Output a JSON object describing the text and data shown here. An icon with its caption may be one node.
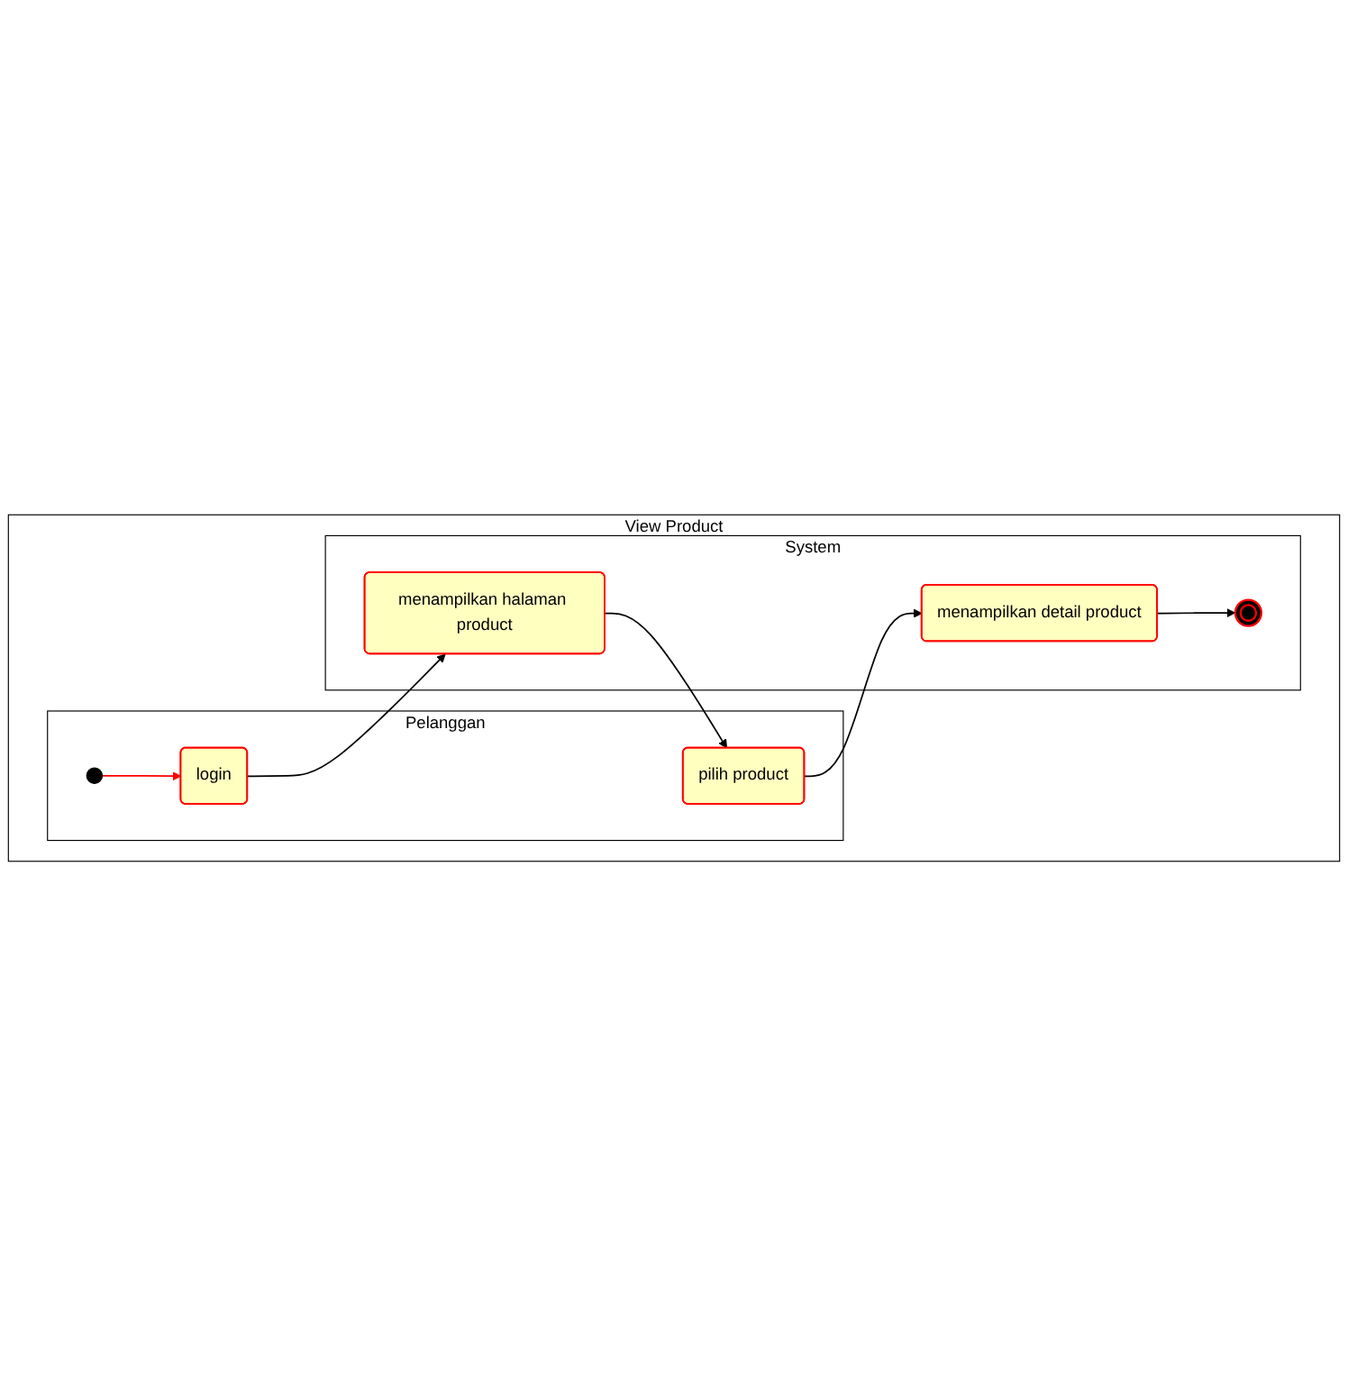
{
  "diagram": {
    "nodes": [
      {
        "text": [
          "View Product"
        ]
      },
      {
        "text": [
          "Pelanggan"
        ],
        "in": 0
      },
      {
        "text": [
          "System"
        ],
        "in": 0
      },
      {
        "text": [],
        "shape": "circle",
        "in": 1
      },
      {
        "text": [
          "login"
        ],
        "in": 1
      },
      {
        "text": [
          "menampilkan halaman product"
        ],
        "in": 2
      },
      {
        "text": [
          "pilih product"
        ],
        "in": 1
      },
      {
        "text": [
          "menampilkan detail product"
        ],
        "in": 2
      },
      {
        "text": [],
        "shape": "circle",
        "in": 2
      }
    ],
    "edges": [
      {
        "from": 3,
        "to": 4,
        "arrow": "to",
        "color": "#ff0000"
      },
      {
        "from": 4,
        "to": 5,
        "arrow": "to"
      },
      {
        "from": 5,
        "to": 6,
        "arrow": "to"
      },
      {
        "from": 6,
        "to": 7,
        "arrow": "to"
      },
      {
        "from": 7,
        "to": 8,
        "arrow": "to"
      }
    ]
  }
}
